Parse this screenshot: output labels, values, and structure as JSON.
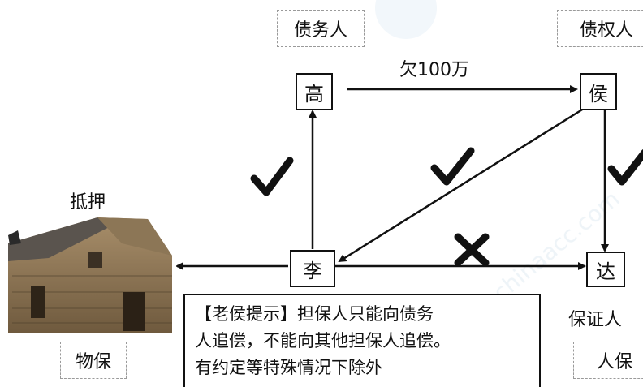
{
  "labels": {
    "debtor": "债务人",
    "creditor": "债权人",
    "collateral": "抵押",
    "property_guarantee": "物保",
    "guarantor": "保证人",
    "personal_guarantee": "人保",
    "debt": "欠100万"
  },
  "nodes": {
    "gao": "高",
    "hou": "侯",
    "li": "李",
    "da": "达"
  },
  "note": {
    "line1": "【老侯提示】担保人只能向债务",
    "line2": "人追偿，不能向其他担保人追偿。",
    "line3": "有约定等特殊情况下除外"
  },
  "colors": {
    "line": "#111111",
    "watermark": "#d9e6ef"
  },
  "icons": {
    "check": "check-icon",
    "cross": "cross-icon",
    "house": "house-photo"
  }
}
